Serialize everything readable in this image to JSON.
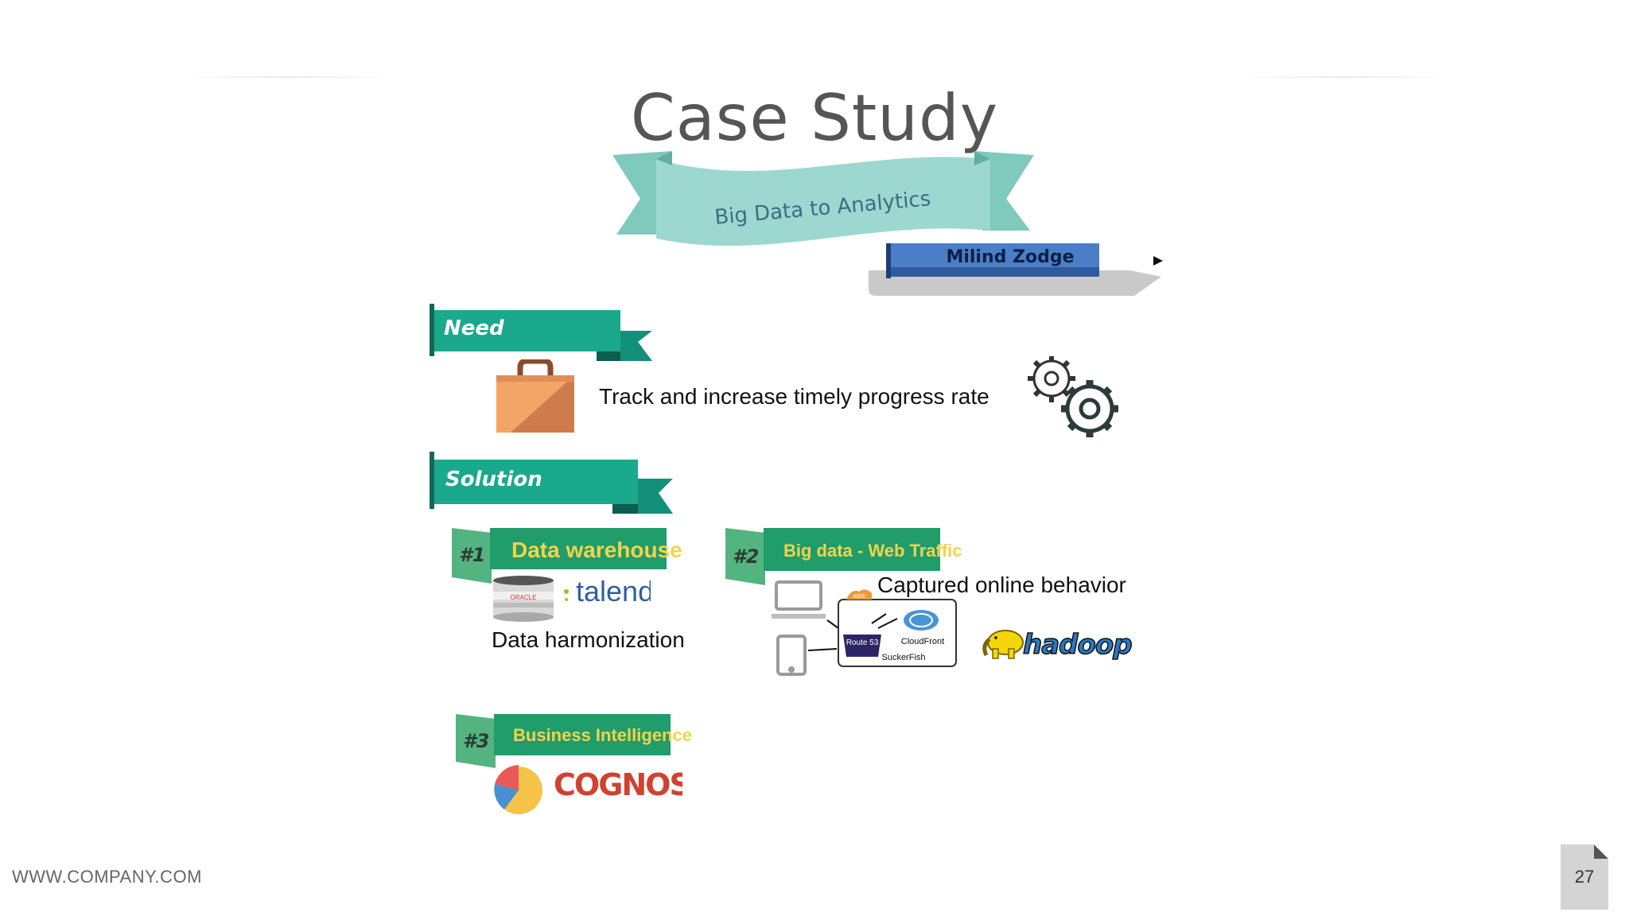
{
  "slide": {
    "title": "Case Study",
    "subtitle": "Big Data to Analytics",
    "author": "Milind Zodge",
    "page_number": "27",
    "footer": "WWW.COMPANY.COM"
  },
  "need": {
    "label": "Need",
    "text": "Track and increase timely progress rate"
  },
  "solution": {
    "label": "Solution",
    "items": [
      {
        "number": "#1",
        "heading": "Data warehouse",
        "caption": "Data harmonization",
        "logos": [
          "ORACLE",
          "talend"
        ]
      },
      {
        "number": "#2",
        "heading": "Big data - Web Traffic",
        "caption": "Captured online behavior",
        "diagram_labels": [
          "AWS",
          "CloudFront",
          "Route 53",
          "SuckerFish"
        ],
        "logos": [
          "hadoop"
        ]
      },
      {
        "number": "#3",
        "heading": "Business Intelligence",
        "logos": [
          "COGNOS"
        ]
      }
    ]
  },
  "icons": [
    "briefcase-icon",
    "gears-icon",
    "database-icon",
    "desktop-icon",
    "tablet-icon",
    "pie-chart-icon",
    "elephant-icon"
  ],
  "colors": {
    "teal_banner": "#1aa98c",
    "ribbon": "#9cd8d0",
    "author_bar": "#4a7fc7",
    "section_header": "#219c6b",
    "header_text": "#f3d34a"
  }
}
